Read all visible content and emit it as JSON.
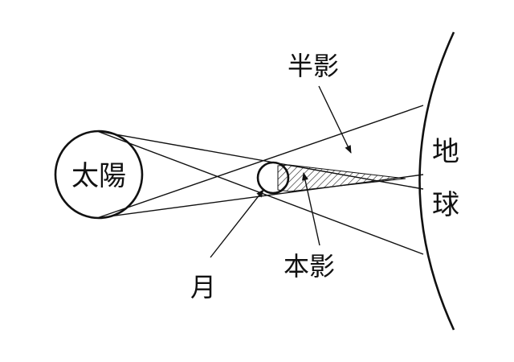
{
  "labels": {
    "sun": "太陽",
    "earth_line1": "地",
    "earth_line2": "球",
    "penumbra": "半影",
    "umbra": "本影",
    "moon": "月"
  },
  "colors": {
    "ink": "#111111",
    "background": "#ffffff"
  }
}
